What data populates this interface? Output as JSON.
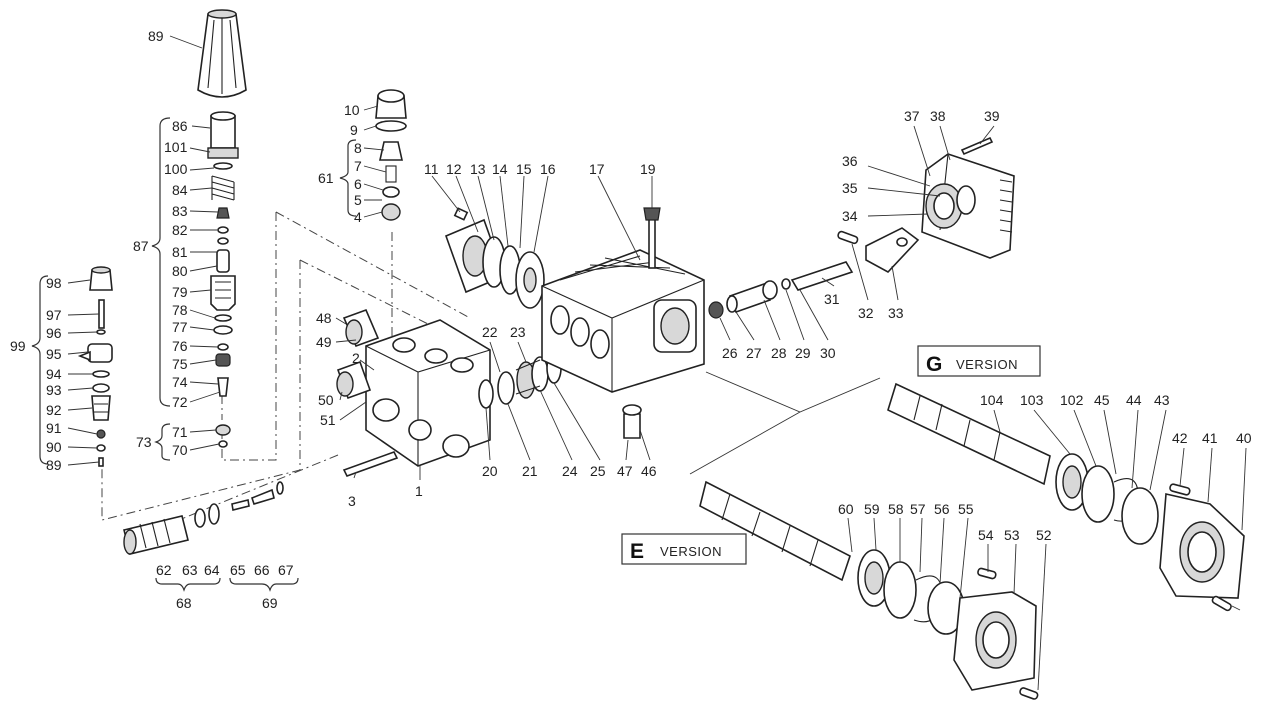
{
  "callouts": [
    "89",
    "86",
    "101",
    "100",
    "84",
    "83",
    "82",
    "81",
    "80",
    "79",
    "78",
    "77",
    "76",
    "75",
    "74",
    "72",
    "71",
    "70",
    "87",
    "73",
    "98",
    "97",
    "96",
    "95",
    "94",
    "93",
    "92",
    "91",
    "90",
    "89",
    "99",
    "10",
    "9",
    "8",
    "7",
    "6",
    "5",
    "4",
    "61",
    "48",
    "49",
    "2",
    "50",
    "51",
    "3",
    "1",
    "11",
    "12",
    "13",
    "14",
    "15",
    "16",
    "17",
    "19",
    "22",
    "23",
    "20",
    "21",
    "24",
    "25",
    "47",
    "46",
    "26",
    "27",
    "28",
    "29",
    "30",
    "31",
    "32",
    "33",
    "34",
    "35",
    "36",
    "37",
    "38",
    "39",
    "104",
    "103",
    "102",
    "45",
    "44",
    "43",
    "42",
    "41",
    "40",
    "60",
    "59",
    "58",
    "57",
    "56",
    "55",
    "54",
    "53",
    "52",
    "62",
    "63",
    "64",
    "65",
    "66",
    "67",
    "68",
    "69"
  ],
  "versions": {
    "g": {
      "letter": "G",
      "word": "VERSION"
    },
    "e": {
      "letter": "E",
      "word": "VERSION"
    }
  }
}
